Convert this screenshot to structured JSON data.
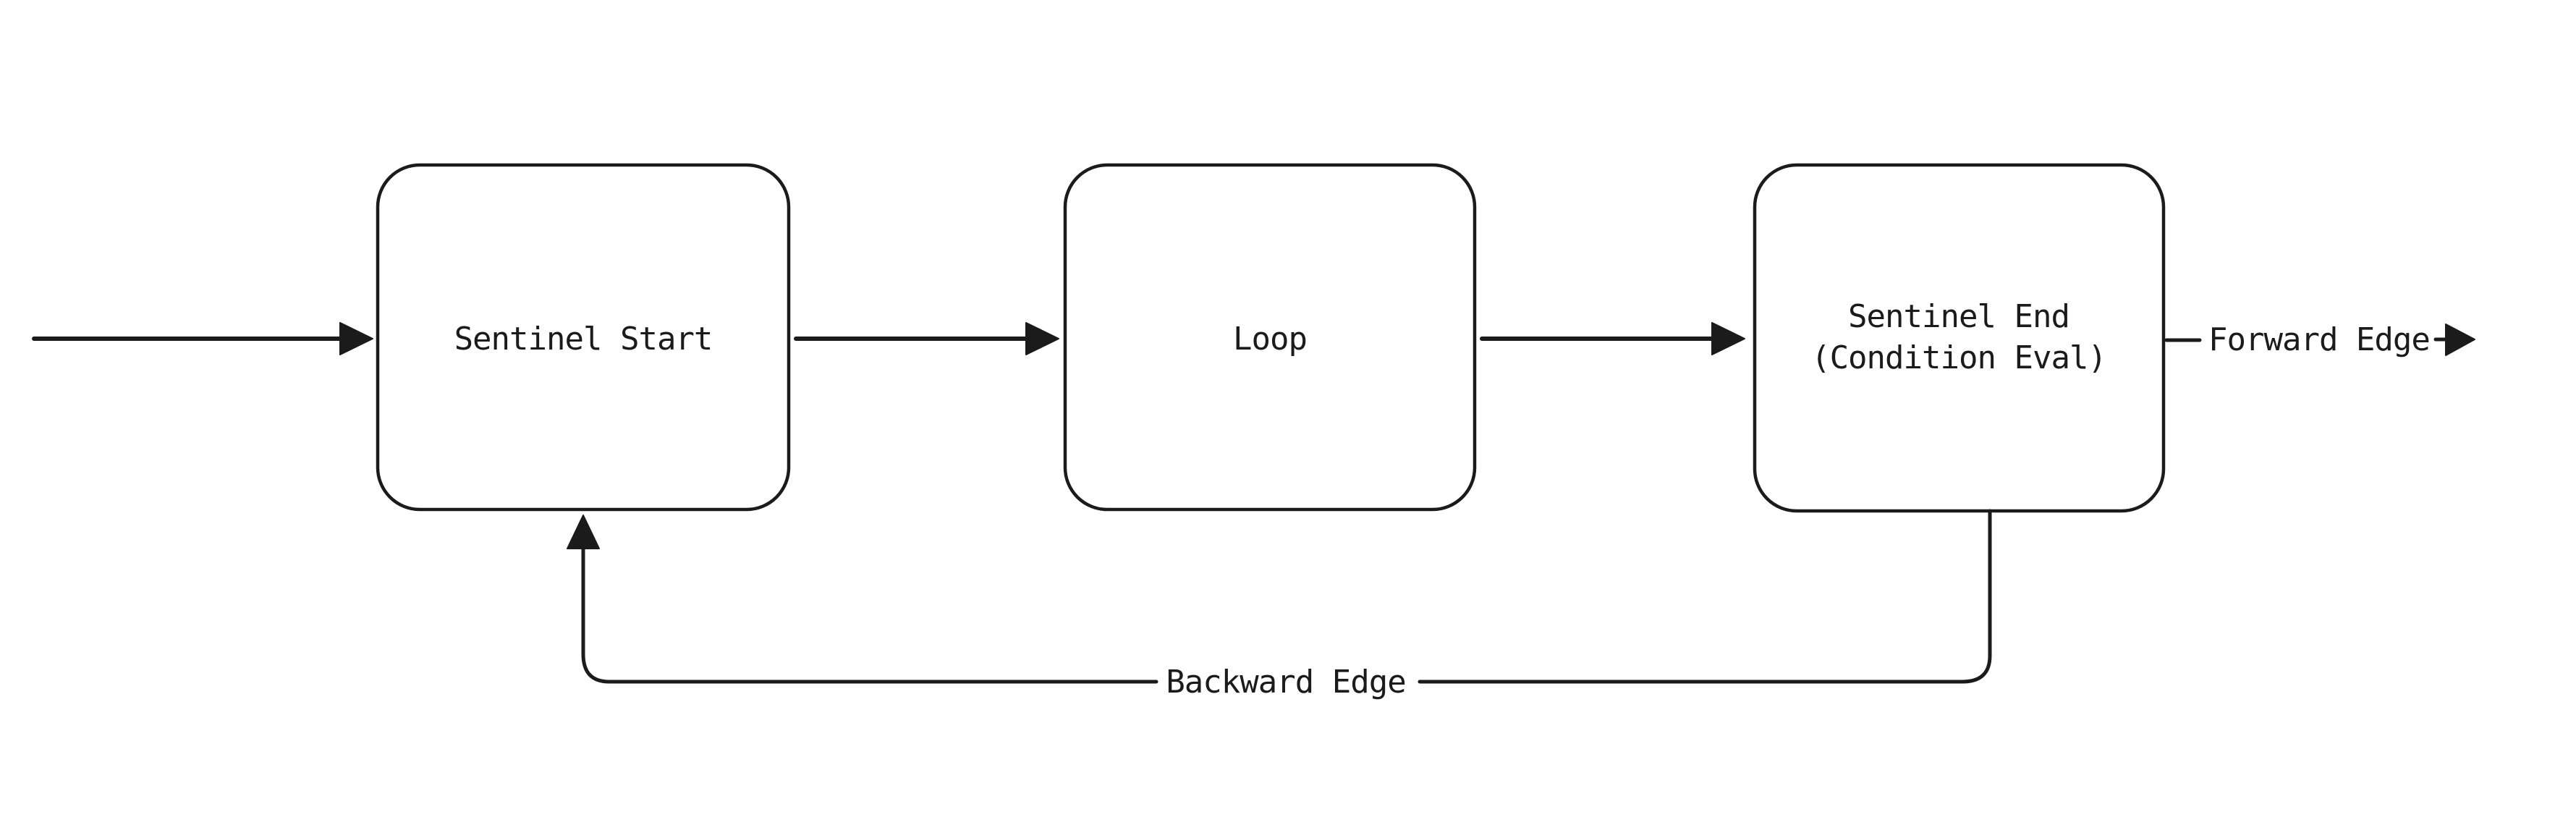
{
  "canvas": {
    "background_color": "#ffffff",
    "ink_color": "#1b1b1b"
  },
  "diagram": {
    "nodes": [
      {
        "id": "sentinel-start",
        "label": "Sentinel Start"
      },
      {
        "id": "loop",
        "label": "Loop"
      },
      {
        "id": "sentinel-end",
        "label_line1": "Sentinel End",
        "label_line2": "(Condition Eval)"
      }
    ],
    "edges": {
      "forward": {
        "label": "Forward Edge"
      },
      "backward": {
        "label": "Backward Edge"
      }
    }
  }
}
